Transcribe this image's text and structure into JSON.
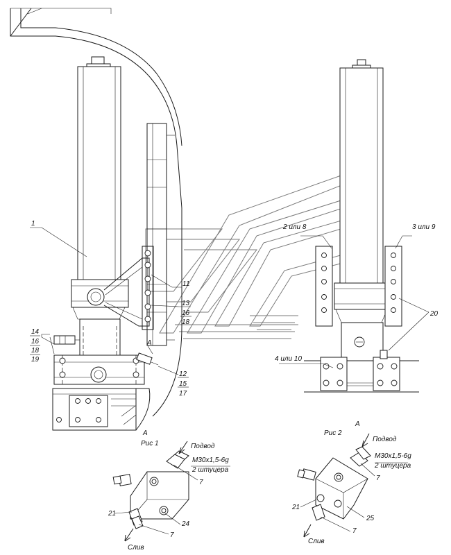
{
  "callouts": {
    "c1": "1",
    "c11": "11",
    "c13": "13",
    "c16a": "16",
    "c18a": "18",
    "c14": "14",
    "c16b": "16",
    "c18b": "18",
    "c19": "19",
    "c12": "12",
    "c15": "15",
    "c17": "17",
    "cA1": "A",
    "c2or8": "2 или 8",
    "c3or9": "3 или 9",
    "c20": "20",
    "c4or10": "4 или 10"
  },
  "view_labels": {
    "left_view": "A",
    "right_view": "A",
    "fig1": "Рис 1",
    "fig2": "Рис 2"
  },
  "detail1": {
    "supply": "Подвод",
    "thread": "M30x1,5-6g",
    "fittings": "2 штуцера",
    "c7a": "7",
    "c21": "21",
    "c24": "24",
    "c7b": "7",
    "drain": "Слив"
  },
  "detail2": {
    "supply": "Подвод",
    "thread": "M30x1,5-6g",
    "fittings": "2 штуцера",
    "c7a": "7",
    "c21": "21",
    "c25": "25",
    "c7b": "7",
    "drain": "Слив"
  }
}
